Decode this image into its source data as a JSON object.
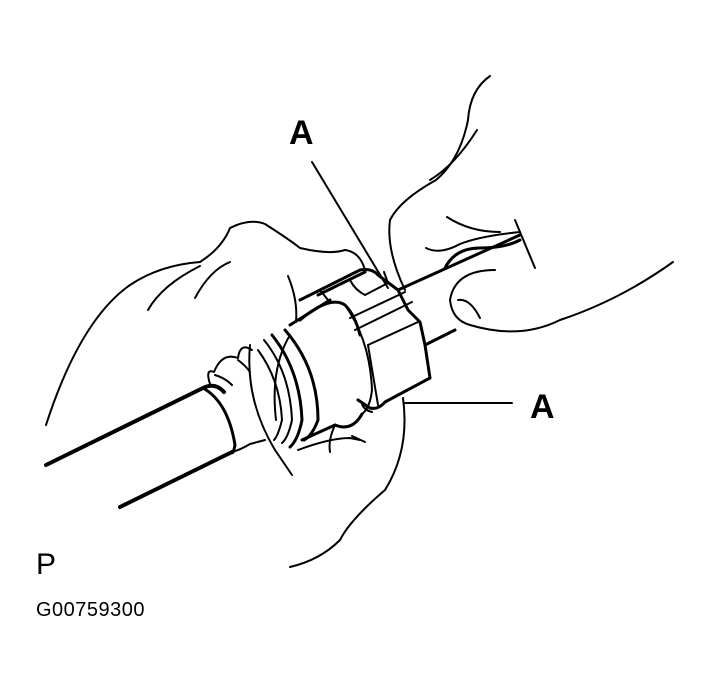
{
  "figure": {
    "title": "Quick connector removal illustration",
    "background_color": "#ffffff",
    "line_color": "#000000"
  },
  "callouts": [
    {
      "id": "top",
      "label": "A",
      "points_to": "upper retainer tab"
    },
    {
      "id": "right",
      "label": "A",
      "points_to": "lower retainer tab"
    }
  ],
  "view_letter": "P",
  "figure_id": "G00759300"
}
